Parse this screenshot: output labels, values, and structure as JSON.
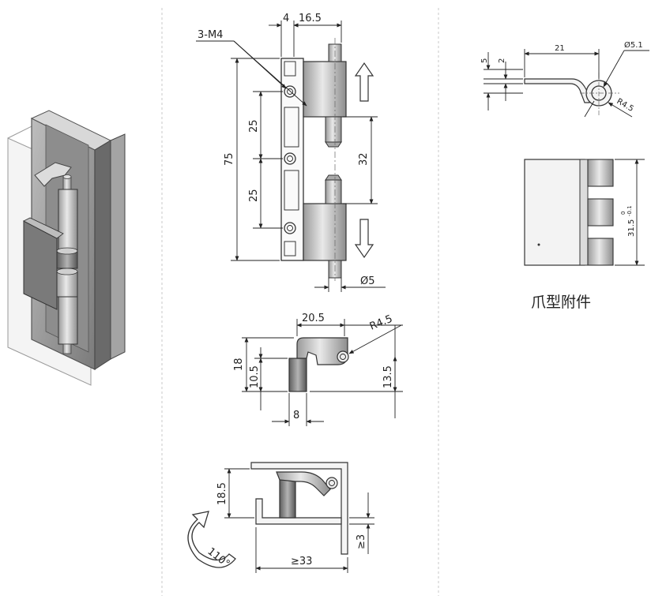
{
  "main_view": {
    "hole_label": "3-M4",
    "dim_top_4": "4",
    "dim_top_16_5": "16.5",
    "dim_height_75": "75",
    "dim_pitch_25_a": "25",
    "dim_pitch_25_b": "25",
    "dim_gap_32": "32",
    "dim_pin_dia": "Ø5"
  },
  "side_view": {
    "dim_20_5": "20.5",
    "dim_r4_5": "R4.5",
    "dim_18": "18",
    "dim_10_5": "10.5",
    "dim_13_5": "13.5",
    "dim_8": "8"
  },
  "install_view": {
    "dim_18_5": "18.5",
    "dim_ge3": "≥3",
    "dim_ge33": "≥33",
    "angle": "110°"
  },
  "claw_view": {
    "dim_5": "5",
    "dim_2": "2",
    "dim_21": "21",
    "dim_dia": "Ø5.1",
    "dim_r4_5": "R4.5",
    "dim_31_5": "31.5",
    "tol_upper": "0",
    "tol_lower": "-0.1",
    "caption": "爪型附件"
  }
}
